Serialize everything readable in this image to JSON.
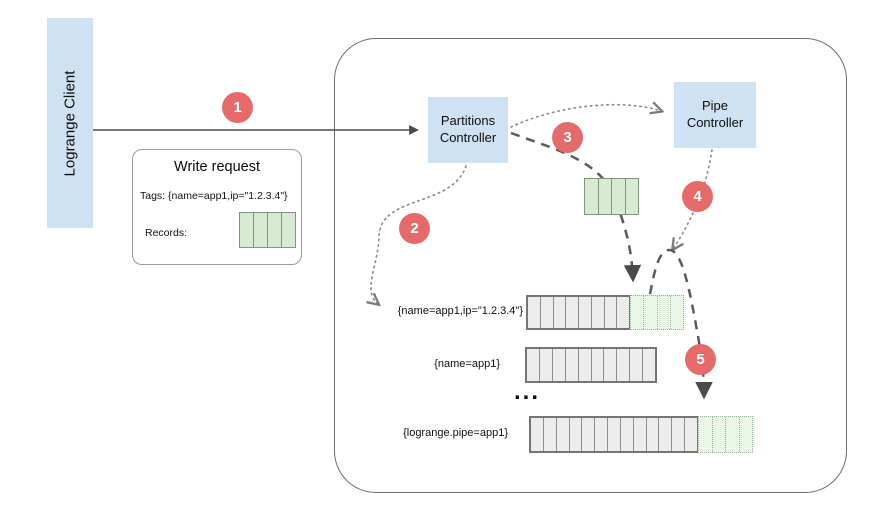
{
  "client": {
    "label": "Logrange Client"
  },
  "steps": [
    "1",
    "2",
    "3",
    "4",
    "5"
  ],
  "write_request": {
    "title": "Write request",
    "tags_label": "Tags: {name=app1,ip=\"1.2.3.4\"}",
    "records_label": "Records:",
    "records_cells": 4
  },
  "controllers": {
    "partitions": "Partitions Controller",
    "pipe": "Pipe Controller"
  },
  "record_chunk": {
    "cells": 4
  },
  "partitions": [
    {
      "label": "{name=app1,ip=\"1.2.3.4\"}",
      "gray_cells": 8,
      "green_cells": 4
    },
    {
      "label": "{name=app1}",
      "gray_cells": 10,
      "green_cells": 0
    },
    {
      "label": "{logrange.pipe=app1}",
      "gray_cells": 13,
      "green_cells": 4
    }
  ],
  "ellipsis": "...",
  "colors": {
    "box_blue": "#cfe2f3",
    "badge_red": "#e56b6b",
    "cell_gray_fill": "#ececec",
    "cell_green_fill": "#d9ead3",
    "cell_green_new_fill": "#eaf7e6",
    "line_dark": "#5a5a5a"
  }
}
